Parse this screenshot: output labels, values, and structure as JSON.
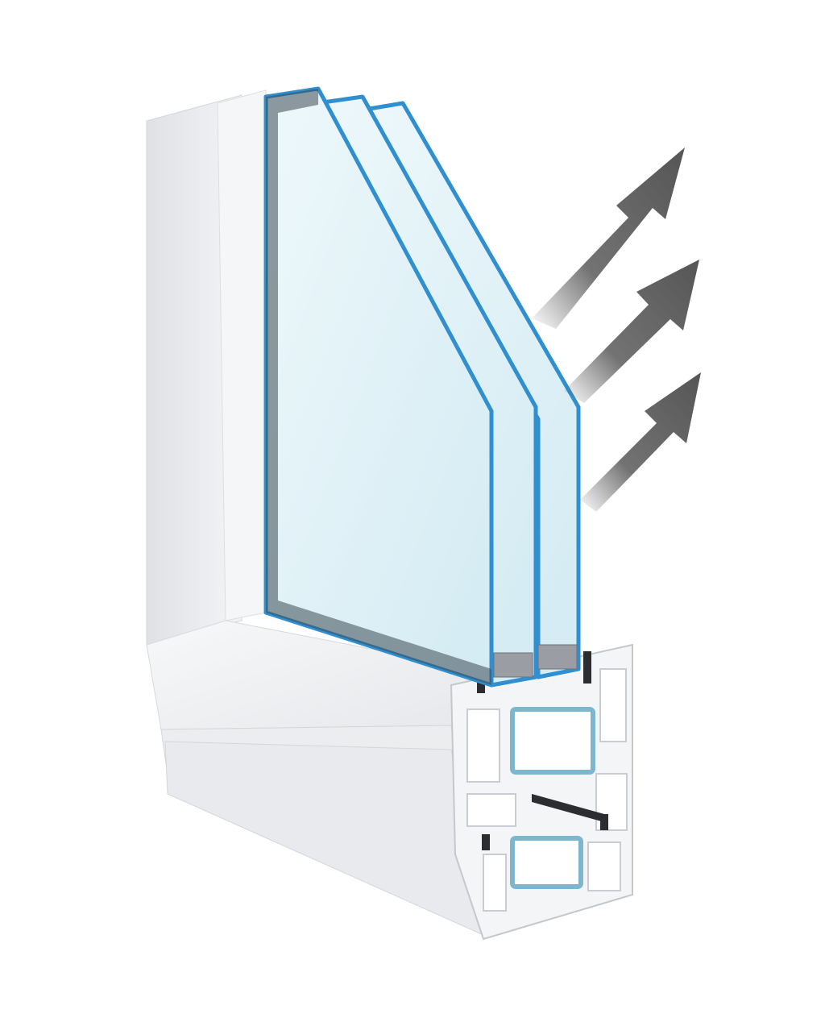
{
  "illustration": {
    "subject": "triple-glazed-pvc-window-cross-section",
    "glass_pane_count": 3,
    "arrow_count": 3,
    "colors": {
      "background": "#ffffff",
      "frame_white": "#f2f3f5",
      "frame_shade": "#dcdee2",
      "frame_dark": "#c9ccd1",
      "glass_tint": "#e4f3f8",
      "glass_deep": "#cfe9f2",
      "glass_edge_blue": "#2f8fd0",
      "glass_edge_dark": "#1d5f94",
      "spacer_grey": "#9a9ea4",
      "gasket_black": "#2b2d30",
      "arrow_grey": "#5a5a5a",
      "steel_reinforcement": "#7fb6cf"
    }
  }
}
